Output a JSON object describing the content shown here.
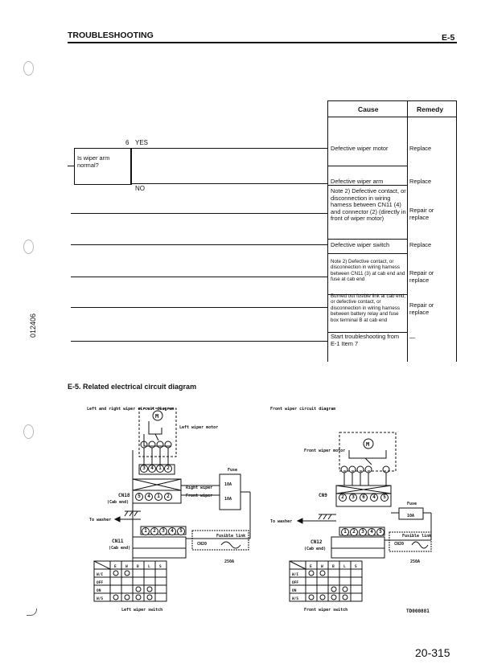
{
  "header": {
    "section_title": "TROUBLESHOOTING",
    "code": "E-5"
  },
  "flow": {
    "step_number": "6",
    "yes": "YES",
    "no": "NO",
    "question": "Is wiper arm normal?"
  },
  "table": {
    "cause_header": "Cause",
    "remedy_header": "Remedy",
    "rows": [
      {
        "cause": "Defective wiper motor",
        "remedy": "Replace"
      },
      {
        "cause": "Defective wiper arm",
        "remedy": "Replace"
      },
      {
        "cause": "Note 2) Defective contact, or disconnection in wiring harness between CN11 (4) and connector (2) (directly in front of wiper motor)",
        "remedy": "Repair or replace"
      },
      {
        "cause": "Defective wiper switch",
        "remedy": "Replace"
      },
      {
        "cause": "Note 2) Defective contact, or disconnection in wiring harness between CN11 (3) at cab end and fuse at cab end",
        "remedy": "Repair or replace"
      },
      {
        "cause": "Burned out fusible link at cab end, or defective contact, or disconnection in wiring harness between battery relay and fuse box terminal B at cab end",
        "remedy": "Repair or replace"
      },
      {
        "cause": "Start troubleshooting from E-1 Item 7",
        "remedy": "—"
      }
    ]
  },
  "side_code": "012406",
  "section2_title": "E-5. Related electrical circuit diagram",
  "left_diagram": {
    "title": "Left and right wiper circuit diagram",
    "motor_label": "Left wiper motor",
    "cn18_label": "CN18",
    "cn18_sub": "(Cab end)",
    "cn11_label": "CN11",
    "cn11_sub": "(Cab end)",
    "to_washer": "To washer",
    "fuse_label": "Fuse",
    "right_wiper": "Right wiper",
    "front_wiper": "Front wiper",
    "fuse_a1": "10A",
    "fuse_a2": "10A",
    "fusible_link": "Fusible link",
    "cn20": "CN20",
    "amp": "250A",
    "switch_caption": "Left wiper switch",
    "switch_cols": [
      "E",
      "W",
      "B",
      "L",
      "S"
    ],
    "switch_rows": [
      "W/I",
      "OFF",
      "ON",
      "W/S"
    ],
    "upper_pins": [
      "3",
      "4",
      "1",
      "2"
    ],
    "cn18_pins": [
      "5",
      "4",
      "1",
      "2"
    ],
    "cn11_pins": [
      "1",
      "2",
      "3",
      "4",
      "5"
    ]
  },
  "right_diagram": {
    "title": "Front wiper circuit diagram",
    "motor_label": "Front wiper motor",
    "cn9_label": "CN9",
    "cn12_label": "CN12",
    "cn12_sub": "(Cab end)",
    "to_washer": "To washer",
    "fuse_label": "Fuse",
    "fuse_a": "10A",
    "fusible_link": "Fusible link",
    "cn20": "CN20",
    "amp": "250A",
    "switch_caption": "Front wiper switch",
    "switch_cols": [
      "E",
      "W",
      "B",
      "L",
      "S"
    ],
    "switch_rows": [
      "W/I",
      "OFF",
      "ON",
      "W/S"
    ],
    "upper_pins": [
      "1",
      "2",
      "3",
      "4",
      "5"
    ],
    "cn9_pins": [
      "2",
      "3",
      "6",
      "4",
      "5"
    ],
    "cn12_pins": [
      "1",
      "2",
      "3",
      "4",
      "5"
    ]
  },
  "figure_code": "TD000881",
  "page_number": "20-315"
}
